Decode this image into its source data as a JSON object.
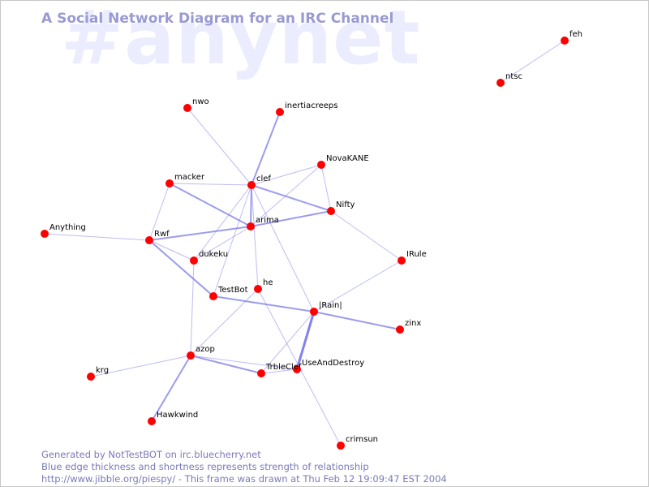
{
  "watermark": "#anynet",
  "title": "A Social Network Diagram for an IRC Channel",
  "colors": {
    "edge": "#7b7bea",
    "node": "#ff0000",
    "title": "#9a9ad2",
    "watermark": "#ececff",
    "footer": "#7a7ab8"
  },
  "nodes": [
    {
      "id": "feh",
      "label": "feh"
    },
    {
      "id": "ntsc",
      "label": "ntsc"
    },
    {
      "id": "nwo",
      "label": "nwo"
    },
    {
      "id": "inertiacreeps",
      "label": "inertiacreeps"
    },
    {
      "id": "NovaKANE",
      "label": "NovaKANE"
    },
    {
      "id": "macker",
      "label": "macker"
    },
    {
      "id": "clef",
      "label": "clef"
    },
    {
      "id": "Nifty",
      "label": "Nifty"
    },
    {
      "id": "Anything",
      "label": "Anything"
    },
    {
      "id": "arima",
      "label": "arima"
    },
    {
      "id": "Rwf",
      "label": "Rwf"
    },
    {
      "id": "dukeku",
      "label": "dukeku"
    },
    {
      "id": "IRule",
      "label": "IRule"
    },
    {
      "id": "TestBot",
      "label": "TestBot"
    },
    {
      "id": "he",
      "label": "he"
    },
    {
      "id": "Rain",
      "label": "|Rain|"
    },
    {
      "id": "zinx",
      "label": "zinx"
    },
    {
      "id": "azop",
      "label": "azop"
    },
    {
      "id": "UseAndDestroy",
      "label": "UseAndDestroy"
    },
    {
      "id": "TrbleClef",
      "label": "TrbleClef"
    },
    {
      "id": "krg",
      "label": "krg"
    },
    {
      "id": "Hawkwind",
      "label": "Hawkwind"
    },
    {
      "id": "crimsun",
      "label": "crimsun"
    }
  ],
  "edges": [
    {
      "source": "feh",
      "target": "ntsc",
      "weight": 1
    },
    {
      "source": "nwo",
      "target": "clef",
      "weight": 1
    },
    {
      "source": "inertiacreeps",
      "target": "clef",
      "weight": 2
    },
    {
      "source": "macker",
      "target": "clef",
      "weight": 1
    },
    {
      "source": "macker",
      "target": "arima",
      "weight": 2
    },
    {
      "source": "macker",
      "target": "Rwf",
      "weight": 1
    },
    {
      "source": "clef",
      "target": "NovaKANE",
      "weight": 1
    },
    {
      "source": "clef",
      "target": "Nifty",
      "weight": 2
    },
    {
      "source": "clef",
      "target": "arima",
      "weight": 2
    },
    {
      "source": "clef",
      "target": "dukeku",
      "weight": 1
    },
    {
      "source": "clef",
      "target": "he",
      "weight": 1
    },
    {
      "source": "clef",
      "target": "Rain",
      "weight": 1
    },
    {
      "source": "clef",
      "target": "TestBot",
      "weight": 1
    },
    {
      "source": "NovaKANE",
      "target": "arima",
      "weight": 1
    },
    {
      "source": "NovaKANE",
      "target": "Nifty",
      "weight": 1
    },
    {
      "source": "Nifty",
      "target": "arima",
      "weight": 2
    },
    {
      "source": "Nifty",
      "target": "IRule",
      "weight": 1
    },
    {
      "source": "arima",
      "target": "Rwf",
      "weight": 2
    },
    {
      "source": "arima",
      "target": "dukeku",
      "weight": 1
    },
    {
      "source": "Anything",
      "target": "Rwf",
      "weight": 1
    },
    {
      "source": "Rwf",
      "target": "dukeku",
      "weight": 1
    },
    {
      "source": "Rwf",
      "target": "TestBot",
      "weight": 2
    },
    {
      "source": "dukeku",
      "target": "azop",
      "weight": 1
    },
    {
      "source": "TestBot",
      "target": "Rain",
      "weight": 2
    },
    {
      "source": "IRule",
      "target": "Rain",
      "weight": 1
    },
    {
      "source": "he",
      "target": "azop",
      "weight": 1
    },
    {
      "source": "he",
      "target": "crimsun",
      "weight": 1
    },
    {
      "source": "Rain",
      "target": "zinx",
      "weight": 2
    },
    {
      "source": "Rain",
      "target": "UseAndDestroy",
      "weight": 3
    },
    {
      "source": "Rain",
      "target": "TrbleClef",
      "weight": 1
    },
    {
      "source": "azop",
      "target": "krg",
      "weight": 1
    },
    {
      "source": "azop",
      "target": "Hawkwind",
      "weight": 2
    },
    {
      "source": "azop",
      "target": "TrbleClef",
      "weight": 2
    },
    {
      "source": "azop",
      "target": "UseAndDestroy",
      "weight": 1
    },
    {
      "source": "TrbleClef",
      "target": "UseAndDestroy",
      "weight": 1
    }
  ],
  "footer": {
    "line1": "Generated by NotTestBOT on irc.bluecherry.net",
    "line2": "Blue edge thickness and shortness represents strength of relationship",
    "line3": "http://www.jibble.org/piespy/ - This frame was drawn at Thu Feb 12 19:09:47 EST 2004"
  }
}
